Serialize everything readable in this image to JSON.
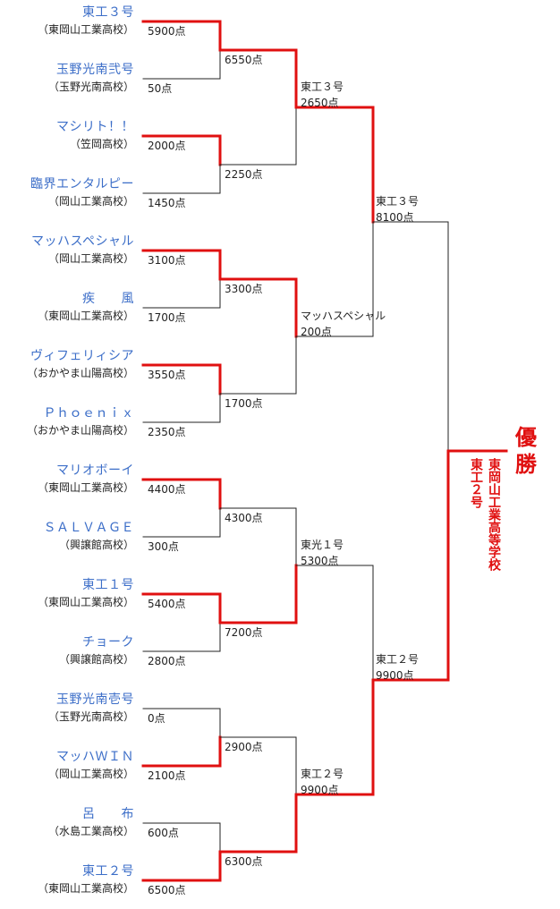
{
  "teams": [
    {
      "name": "東工３号",
      "school": "（東岡山工業高校）",
      "score": "5900点"
    },
    {
      "name": "玉野光南弐号",
      "school": "（玉野光南高校）",
      "score": "50点"
    },
    {
      "name": "マシリト！！",
      "school": "（笠岡高校）",
      "score": "2000点"
    },
    {
      "name": "臨界エンタルピー",
      "school": "（岡山工業高校）",
      "score": "1450点"
    },
    {
      "name": "マッハスペシャル",
      "school": "（岡山工業高校）",
      "score": "3100点"
    },
    {
      "name": "疾　　風",
      "school": "（東岡山工業高校）",
      "score": "1700点"
    },
    {
      "name": "ヴィフェリィシア",
      "school": "（おかやま山陽高校）",
      "score": "3550点"
    },
    {
      "name": "Ｐｈｏｅｎｉｘ",
      "school": "（おかやま山陽高校）",
      "score": "2350点"
    },
    {
      "name": "マリオボーイ",
      "school": "（東岡山工業高校）",
      "score": "4400点"
    },
    {
      "name": "ＳＡＬＶＡＧＥ",
      "school": "（興譲館高校）",
      "score": "300点"
    },
    {
      "name": "東工１号",
      "school": "（東岡山工業高校）",
      "score": "5400点"
    },
    {
      "name": "チョーク",
      "school": "（興譲館高校）",
      "score": "2800点"
    },
    {
      "name": "玉野光南壱号",
      "school": "（玉野光南高校）",
      "score": "0点"
    },
    {
      "name": "マッハＷＩＮ",
      "school": "（岡山工業高校）",
      "score": "2100点"
    },
    {
      "name": "呂　　布",
      "school": "（水島工業高校）",
      "score": "600点"
    },
    {
      "name": "東工２号",
      "school": "（東岡山工業高校）",
      "score": "6500点"
    }
  ],
  "round2": [
    {
      "score": "6550点"
    },
    {
      "score": "2250点"
    },
    {
      "score": "3300点"
    },
    {
      "score": "1700点"
    },
    {
      "score": "4300点"
    },
    {
      "score": "7200点"
    },
    {
      "score": "2900点"
    },
    {
      "score": "6300点"
    }
  ],
  "round3": [
    {
      "name": "東工３号",
      "score": "2650点"
    },
    {
      "name": "マッハスペシャル",
      "score": "200点"
    },
    {
      "name": "東光１号",
      "score": "5300点"
    },
    {
      "name": "東工２号",
      "score": "9900点"
    }
  ],
  "semis": [
    {
      "name": "東工３号",
      "score": "8100点"
    },
    {
      "name": "東工２号",
      "score": "9900点"
    }
  ],
  "winner": {
    "title": "優勝",
    "school": "東岡山工業高等学校",
    "team": "東工２号"
  },
  "colors": {
    "winner_line": "#e01010",
    "line": "#222222",
    "team_name": "#3c6ec8"
  }
}
